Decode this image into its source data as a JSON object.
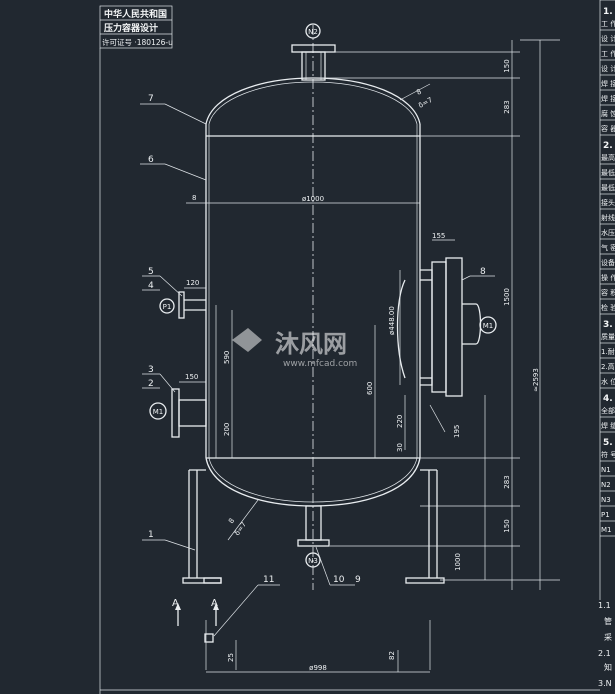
{
  "title_block": {
    "line1": "中华人民共和国",
    "line2": "压力容器设计",
    "line3": "许可证号 ·180126-u"
  },
  "nozzles": {
    "n2_top": "N2",
    "n3_bottom": "N3",
    "p1": "P1",
    "m1_left": "M1",
    "m1_right": "M1"
  },
  "parts": [
    "1",
    "2",
    "3",
    "4",
    "5",
    "6",
    "7",
    "8",
    "9",
    "10",
    "11"
  ],
  "dimensions": {
    "top_flange_h": "150",
    "head_top_h": "283",
    "straight_1500": "1500",
    "total_h": "≈2593",
    "head_bottom_h": "283",
    "bottom_flange_h": "150",
    "leg_h": "1000",
    "shell_t": "8",
    "diameter": "ø1000",
    "manhole_dia": "ø448.00",
    "manhole_ext": "155",
    "p1_ext": "120",
    "m1_ext": "150",
    "dim_590": "590",
    "dim_200": "200",
    "dim_600": "600",
    "dim_220": "220",
    "dim_30": "30",
    "dim_195": "195",
    "base_25": "25",
    "base_82": "82",
    "base_dia": "ø998",
    "head_t_note": "δ=7",
    "head_t_8": "8"
  },
  "section_marks": {
    "left": "A",
    "right": "A"
  },
  "right_table": {
    "section_nums": [
      "1.",
      "2.",
      "3.",
      "4.",
      "5."
    ],
    "rows": [
      "工 作",
      "设 计",
      "工 作",
      "设 计",
      "焊 接",
      "焊 接",
      "腐 蚀",
      "容 器",
      "最高允",
      "最低允",
      "最低允",
      "接头系",
      "射线检",
      "水压试",
      "气 密",
      "设备净",
      "操 作",
      "容 积",
      "检 验",
      "质量要",
      "1.耐",
      "2.高",
      "水 位",
      "全部附",
      "焊 缝",
      "符 号",
      "N1",
      "N2",
      "N3",
      "P1",
      "M1"
    ],
    "notes": [
      "1.1",
      "管",
      "采",
      "2.1",
      "知",
      "3.N"
    ]
  },
  "watermark": {
    "cn": "沐风网",
    "url": "www.mfcad.com"
  }
}
